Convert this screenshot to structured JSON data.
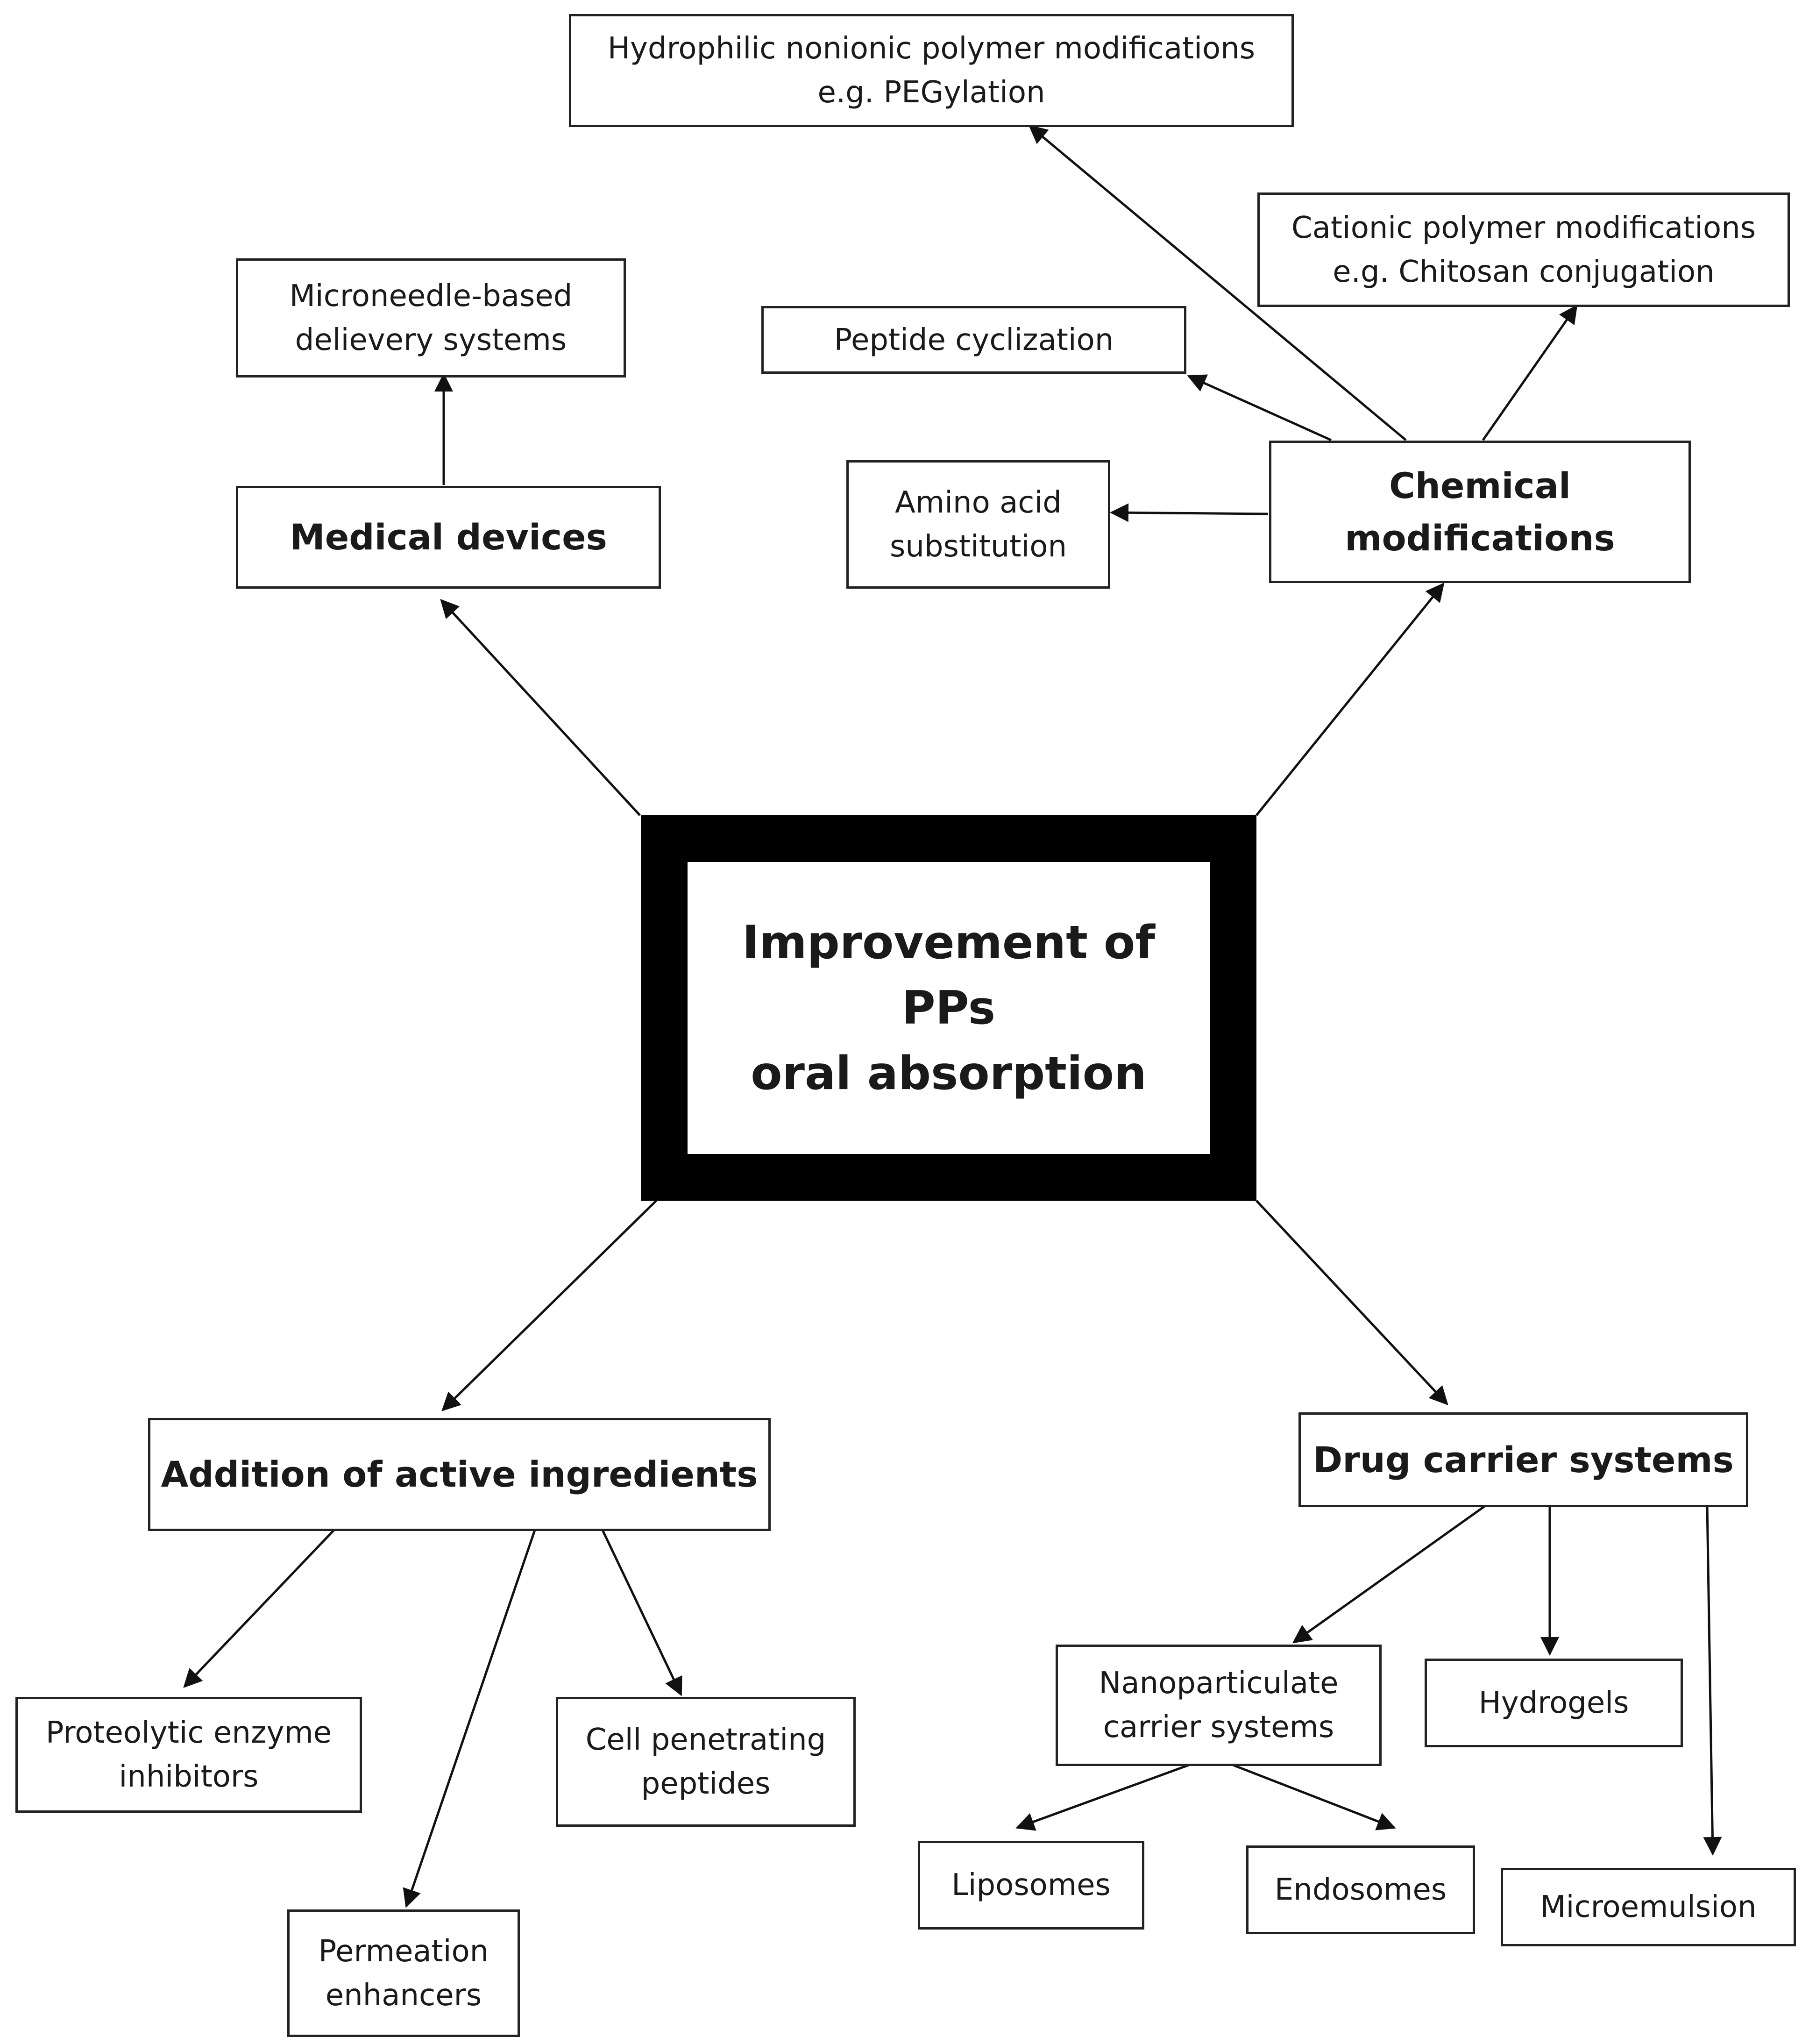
{
  "diagram": {
    "center": "Improvement of PPs\noral absorption",
    "medical_devices": "Medical devices",
    "microneedle": "Microneedle-based\ndelievery systems",
    "chemical_modifications": "Chemical\nmodifications",
    "hydrophilic": "Hydrophilic nonionic polymer modifications\ne.g. PEGylation",
    "cationic": "Cationic polymer modifications\ne.g. Chitosan conjugation",
    "peptide_cyclization": "Peptide cyclization",
    "amino_acid": "Amino acid\nsubstitution",
    "addition": "Addition of active ingredients",
    "proteolytic": "Proteolytic enzyme\ninhibitors",
    "permeation": "Permeation\nenhancers",
    "cell_penetrating": "Cell penetrating\npeptides",
    "drug_carrier": "Drug carrier systems",
    "nanoparticulate": "Nanoparticulate\ncarrier systems",
    "hydrogels": "Hydrogels",
    "microemulsion": "Microemulsion",
    "liposomes": "Liposomes",
    "endosomes": "Endosomes"
  }
}
